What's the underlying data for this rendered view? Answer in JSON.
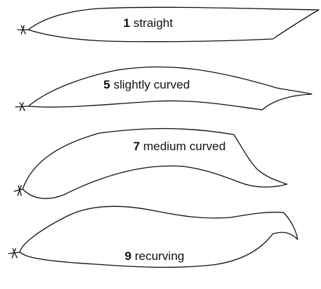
{
  "pods": [
    {
      "id": "pod-1",
      "score": "1",
      "description": "straight"
    },
    {
      "id": "pod-5",
      "score": "5",
      "description": "slightly curved"
    },
    {
      "id": "pod-7",
      "score": "7",
      "description": "medium curved"
    },
    {
      "id": "pod-9",
      "score": "9",
      "description": "recurving"
    }
  ],
  "colors": {
    "stroke": "#111111",
    "background": "#ffffff"
  }
}
